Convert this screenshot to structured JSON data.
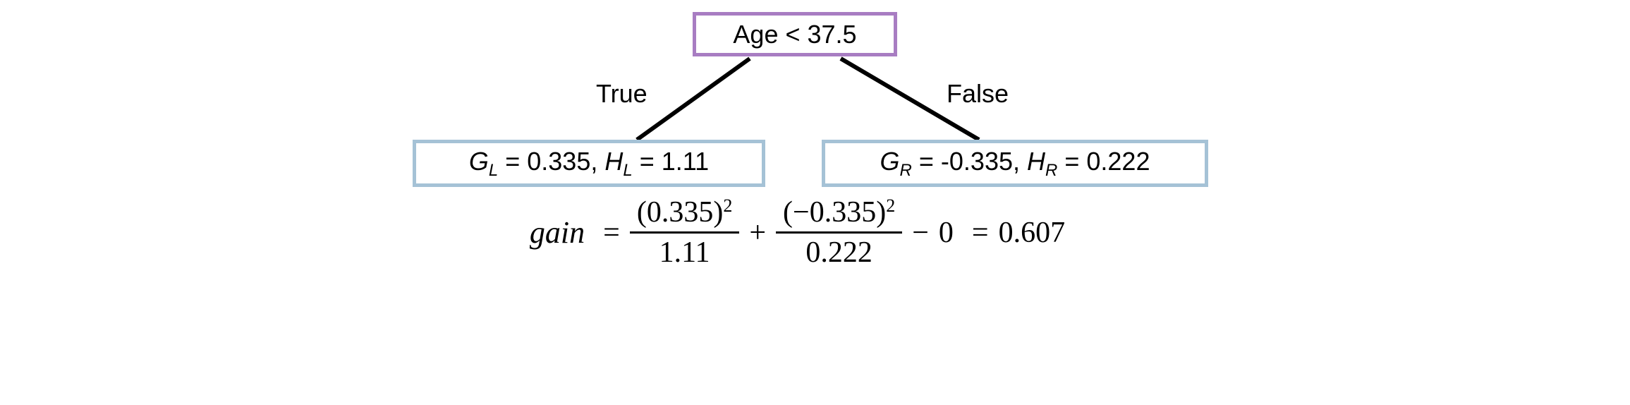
{
  "tree": {
    "root": {
      "label": "Age < 37.5"
    },
    "edges": {
      "true_label": "True",
      "false_label": "False"
    },
    "left": {
      "g_sym": "G",
      "g_sub": "L",
      "g_rest": " = 0.335, ",
      "h_sym": "H",
      "h_sub": "L",
      "h_rest": " = 1.11"
    },
    "right": {
      "g_sym": "G",
      "g_sub": "R",
      "g_rest": " = -0.335, ",
      "h_sym": "H",
      "h_sub": "R",
      "h_rest": " = 0.222"
    }
  },
  "formula": {
    "lhs": "gain",
    "eq1": "=",
    "frac1": {
      "num": "(0.335)",
      "sup": "2",
      "den": "1.11"
    },
    "op_plus": "+",
    "frac2": {
      "num": "(−0.335)",
      "sup": "2",
      "den": "0.222"
    },
    "op_minus": "−",
    "zero": "0",
    "eq2": "=",
    "result": "0.607"
  },
  "colors": {
    "root_border": "#a87dc2",
    "child_border": "#a5c2d6",
    "edge_line": "#000000",
    "background": "#ffffff",
    "text": "#000000"
  }
}
